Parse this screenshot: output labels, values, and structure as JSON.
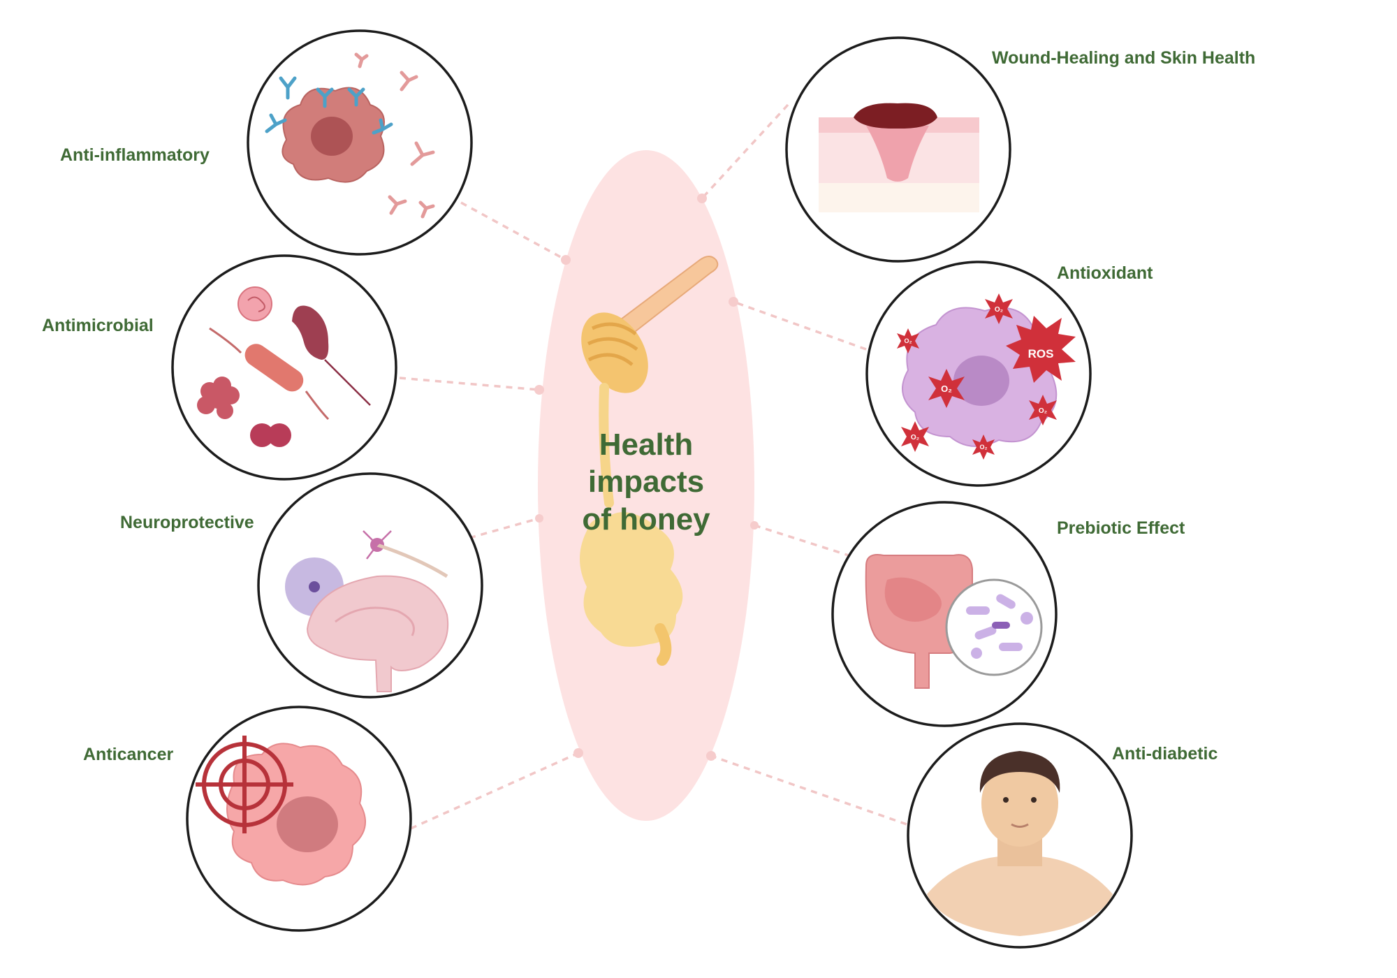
{
  "center": {
    "lines": [
      "Health",
      "impacts",
      "of honey"
    ]
  },
  "benefits": {
    "anti_inflammatory": "Anti-inflammatory",
    "antimicrobial": "Antimicrobial",
    "neuroprotective": "Neuroprotective",
    "anticancer": "Anticancer",
    "wound_healing": "Wound-Healing and Skin Health",
    "antioxidant": "Antioxidant",
    "prebiotic": "Prebiotic Effect",
    "anti_diabetic": "Anti-diabetic"
  },
  "antioxidant_marks": {
    "ros": "ROS",
    "o2": "O₂"
  },
  "colors": {
    "label_green": "#3f6a35",
    "ellipse_pink": "#fde2e2",
    "connector": "#f1c6c6",
    "honey": "#f6d58a"
  }
}
